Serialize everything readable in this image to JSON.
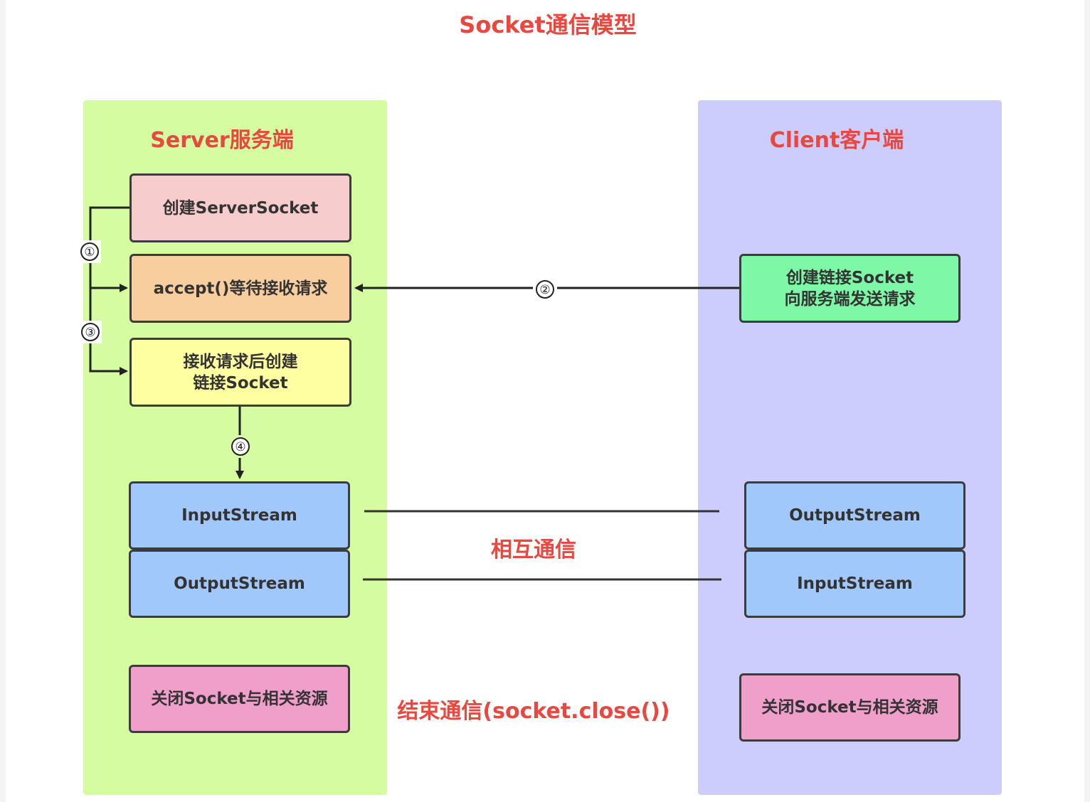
{
  "title": "Socket通信模型",
  "server": {
    "title": "Server服务端",
    "create_server_socket": "创建ServerSocket",
    "accept": "accept()等待接收请求",
    "create_link": "接收请求后创建\n链接Socket",
    "input_stream": "InputStream",
    "output_stream": "OutputStream",
    "close": "关闭Socket与相关资源"
  },
  "client": {
    "title": "Client客户端",
    "create_link": "创建链接Socket\n向服务端发送请求",
    "output_stream": "OutputStream",
    "input_stream": "InputStream",
    "close": "关闭Socket与相关资源"
  },
  "labels": {
    "communicate": "相互通信",
    "end": "结束通信(socket.close())"
  },
  "steps": [
    "①",
    "②",
    "③",
    "④"
  ],
  "colors": {
    "accent_red": "#e8483f",
    "server_lane": "#d5fca0",
    "client_lane": "#cccdfc",
    "stream_blue": "#a1c8fa",
    "close_pink": "#f09fcb"
  }
}
